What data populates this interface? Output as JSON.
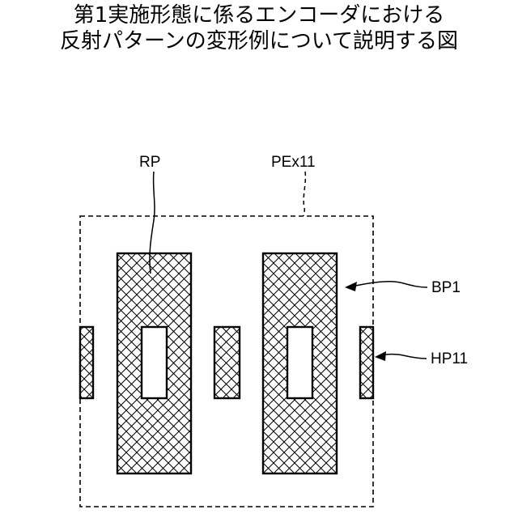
{
  "title": {
    "line1": "第1実施形態に係るエンコーダにおける",
    "line2": "反射パターンの変形例について説明する図"
  },
  "labels": {
    "rp": "RP",
    "pex11": "PEx11",
    "bp1": "BP1",
    "hp11": "HP11"
  },
  "colors": {
    "ink": "#000000",
    "background": "#ffffff"
  }
}
